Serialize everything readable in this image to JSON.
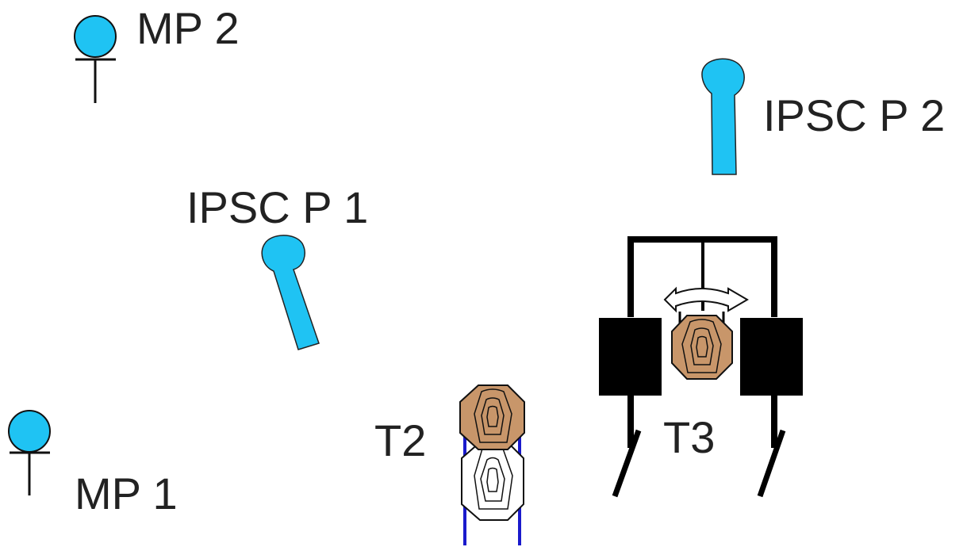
{
  "labels": {
    "mp2": "MP 2",
    "mp1": "MP 1",
    "ipsc_p2": "IPSC P 2",
    "ipsc_p1": "IPSC P 1",
    "t2": "T2",
    "t3": "T3"
  },
  "colors": {
    "position_marker": "#1fc3f3",
    "target_brown": "#c8966a",
    "target_white": "#ffffff",
    "outline": "#111111",
    "rail_blue": "#1a1acc",
    "black_block": "#000000"
  },
  "icons": {
    "position": "pin-icon",
    "ipsc_position": "paddle-icon",
    "target": "octagon-target-icon",
    "swing": "double-arrow-icon"
  }
}
